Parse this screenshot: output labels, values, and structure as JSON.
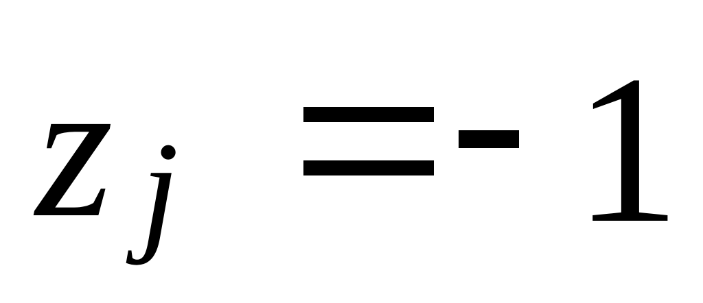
{
  "equation": {
    "variable": "z",
    "subscript": "j",
    "equals": "=",
    "minus": "-",
    "value": "1"
  }
}
